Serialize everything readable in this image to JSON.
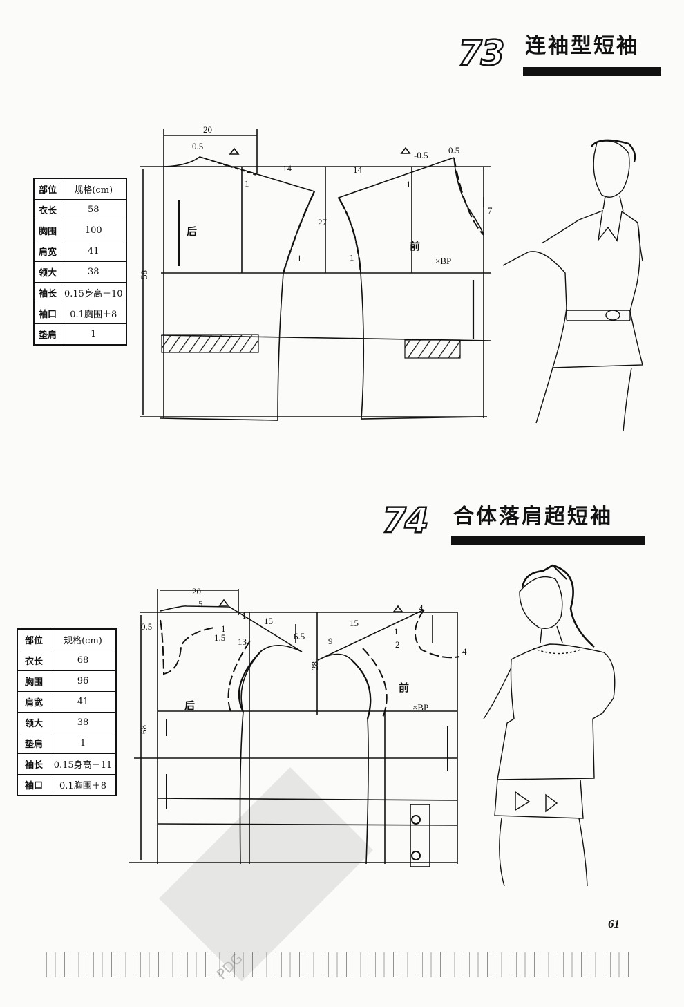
{
  "sections": [
    {
      "number": "73",
      "title": "连袖型短袖",
      "spec_table": {
        "headers": [
          "部位",
          "规格(cm)"
        ],
        "rows": [
          [
            "衣长",
            "58"
          ],
          [
            "胸围",
            "100"
          ],
          [
            "肩宽",
            "41"
          ],
          [
            "领大",
            "38"
          ],
          [
            "袖长",
            "0.15身高－10"
          ],
          [
            "袖口",
            "0.1胸围＋8"
          ],
          [
            "垫肩",
            "1"
          ]
        ]
      },
      "pattern_labels": {
        "back_width": "20",
        "neck_drop_back": "0.5",
        "shoulder_back": "14",
        "slope_back": "1",
        "back": "后",
        "side_back": "1",
        "length": "58",
        "armhole_depth": "27",
        "shoulder_front": "14",
        "slope_front": "1",
        "front_offset": "-0.5",
        "neck_drop_front": "0.5",
        "neck_depth": "7",
        "front": "前",
        "bp": "×BP",
        "side_front": "1"
      }
    },
    {
      "number": "74",
      "title": "合体落肩超短袖",
      "spec_table": {
        "headers": [
          "部位",
          "规格(cm)"
        ],
        "rows": [
          [
            "衣长",
            "68"
          ],
          [
            "胸围",
            "96"
          ],
          [
            "肩宽",
            "41"
          ],
          [
            "领大",
            "38"
          ],
          [
            "垫肩",
            "1"
          ],
          [
            "袖长",
            "0.15身高－11"
          ],
          [
            "袖口",
            "0.1胸围＋8"
          ]
        ]
      },
      "pattern_labels": {
        "back_width": "20",
        "neck_w_back": "5",
        "neck_drop_back": "0.5",
        "slope_a": "1",
        "slope_b": "1.5",
        "slope_c": "1",
        "sleeve_back": "15",
        "sleeve_len_back": "13",
        "cap_back": "6.5",
        "back": "后",
        "length": "68",
        "armhole_depth": "28",
        "sleeve_front": "15",
        "cap_front": "9",
        "slope_front_a": "1",
        "slope_front_b": "2",
        "neck_w_front": "4",
        "neck_depth": "4",
        "front": "前",
        "bp": "×BP"
      }
    }
  ],
  "page_number": "61",
  "watermark": "PDG",
  "colors": {
    "ink": "#111111",
    "paper": "#fbfbf9"
  }
}
